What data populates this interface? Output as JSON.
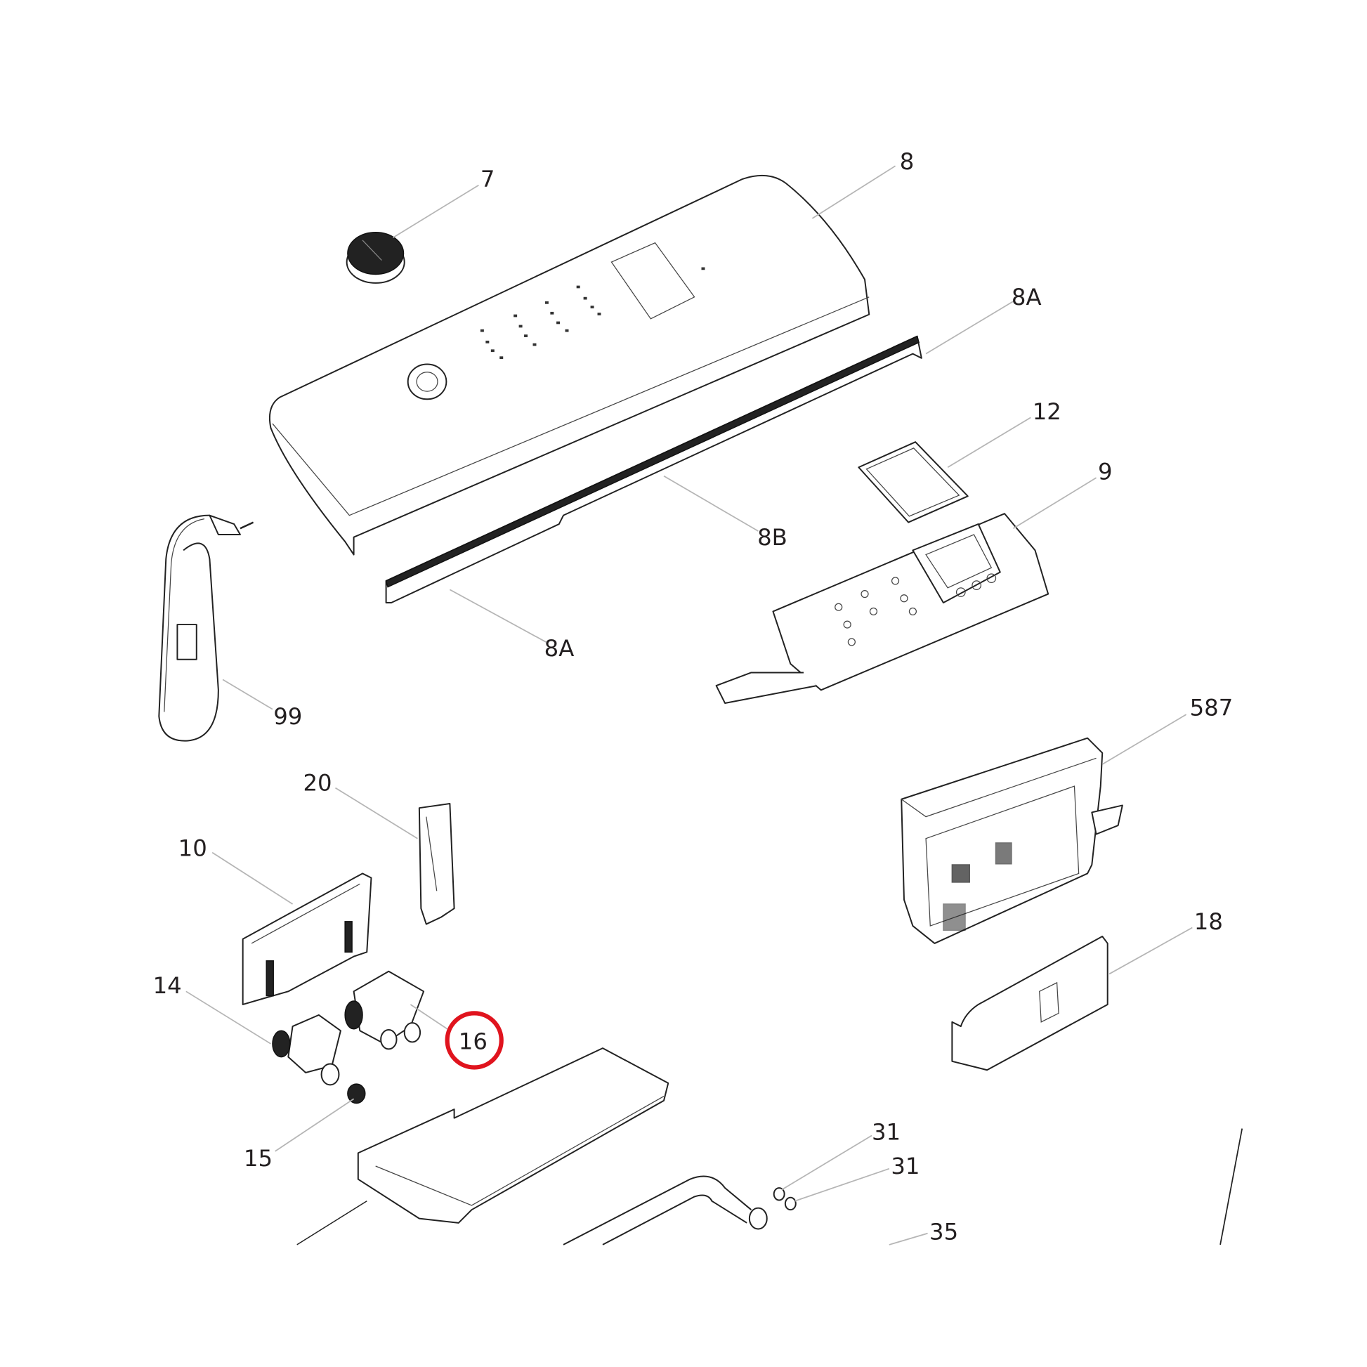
{
  "diagram": {
    "highlight_color": "#e0141e",
    "highlighted_part": "16",
    "callouts": [
      {
        "id": "7",
        "label": "7"
      },
      {
        "id": "8",
        "label": "8"
      },
      {
        "id": "8A-top",
        "label": "8A"
      },
      {
        "id": "12",
        "label": "12"
      },
      {
        "id": "9",
        "label": "9"
      },
      {
        "id": "8B",
        "label": "8B"
      },
      {
        "id": "8A-bottom",
        "label": "8A"
      },
      {
        "id": "99",
        "label": "99"
      },
      {
        "id": "587",
        "label": "587"
      },
      {
        "id": "20",
        "label": "20"
      },
      {
        "id": "10",
        "label": "10"
      },
      {
        "id": "14",
        "label": "14"
      },
      {
        "id": "16",
        "label": "16"
      },
      {
        "id": "18",
        "label": "18"
      },
      {
        "id": "15",
        "label": "15"
      },
      {
        "id": "31a",
        "label": "31"
      },
      {
        "id": "31b",
        "label": "31"
      },
      {
        "id": "35",
        "label": "35"
      }
    ]
  }
}
